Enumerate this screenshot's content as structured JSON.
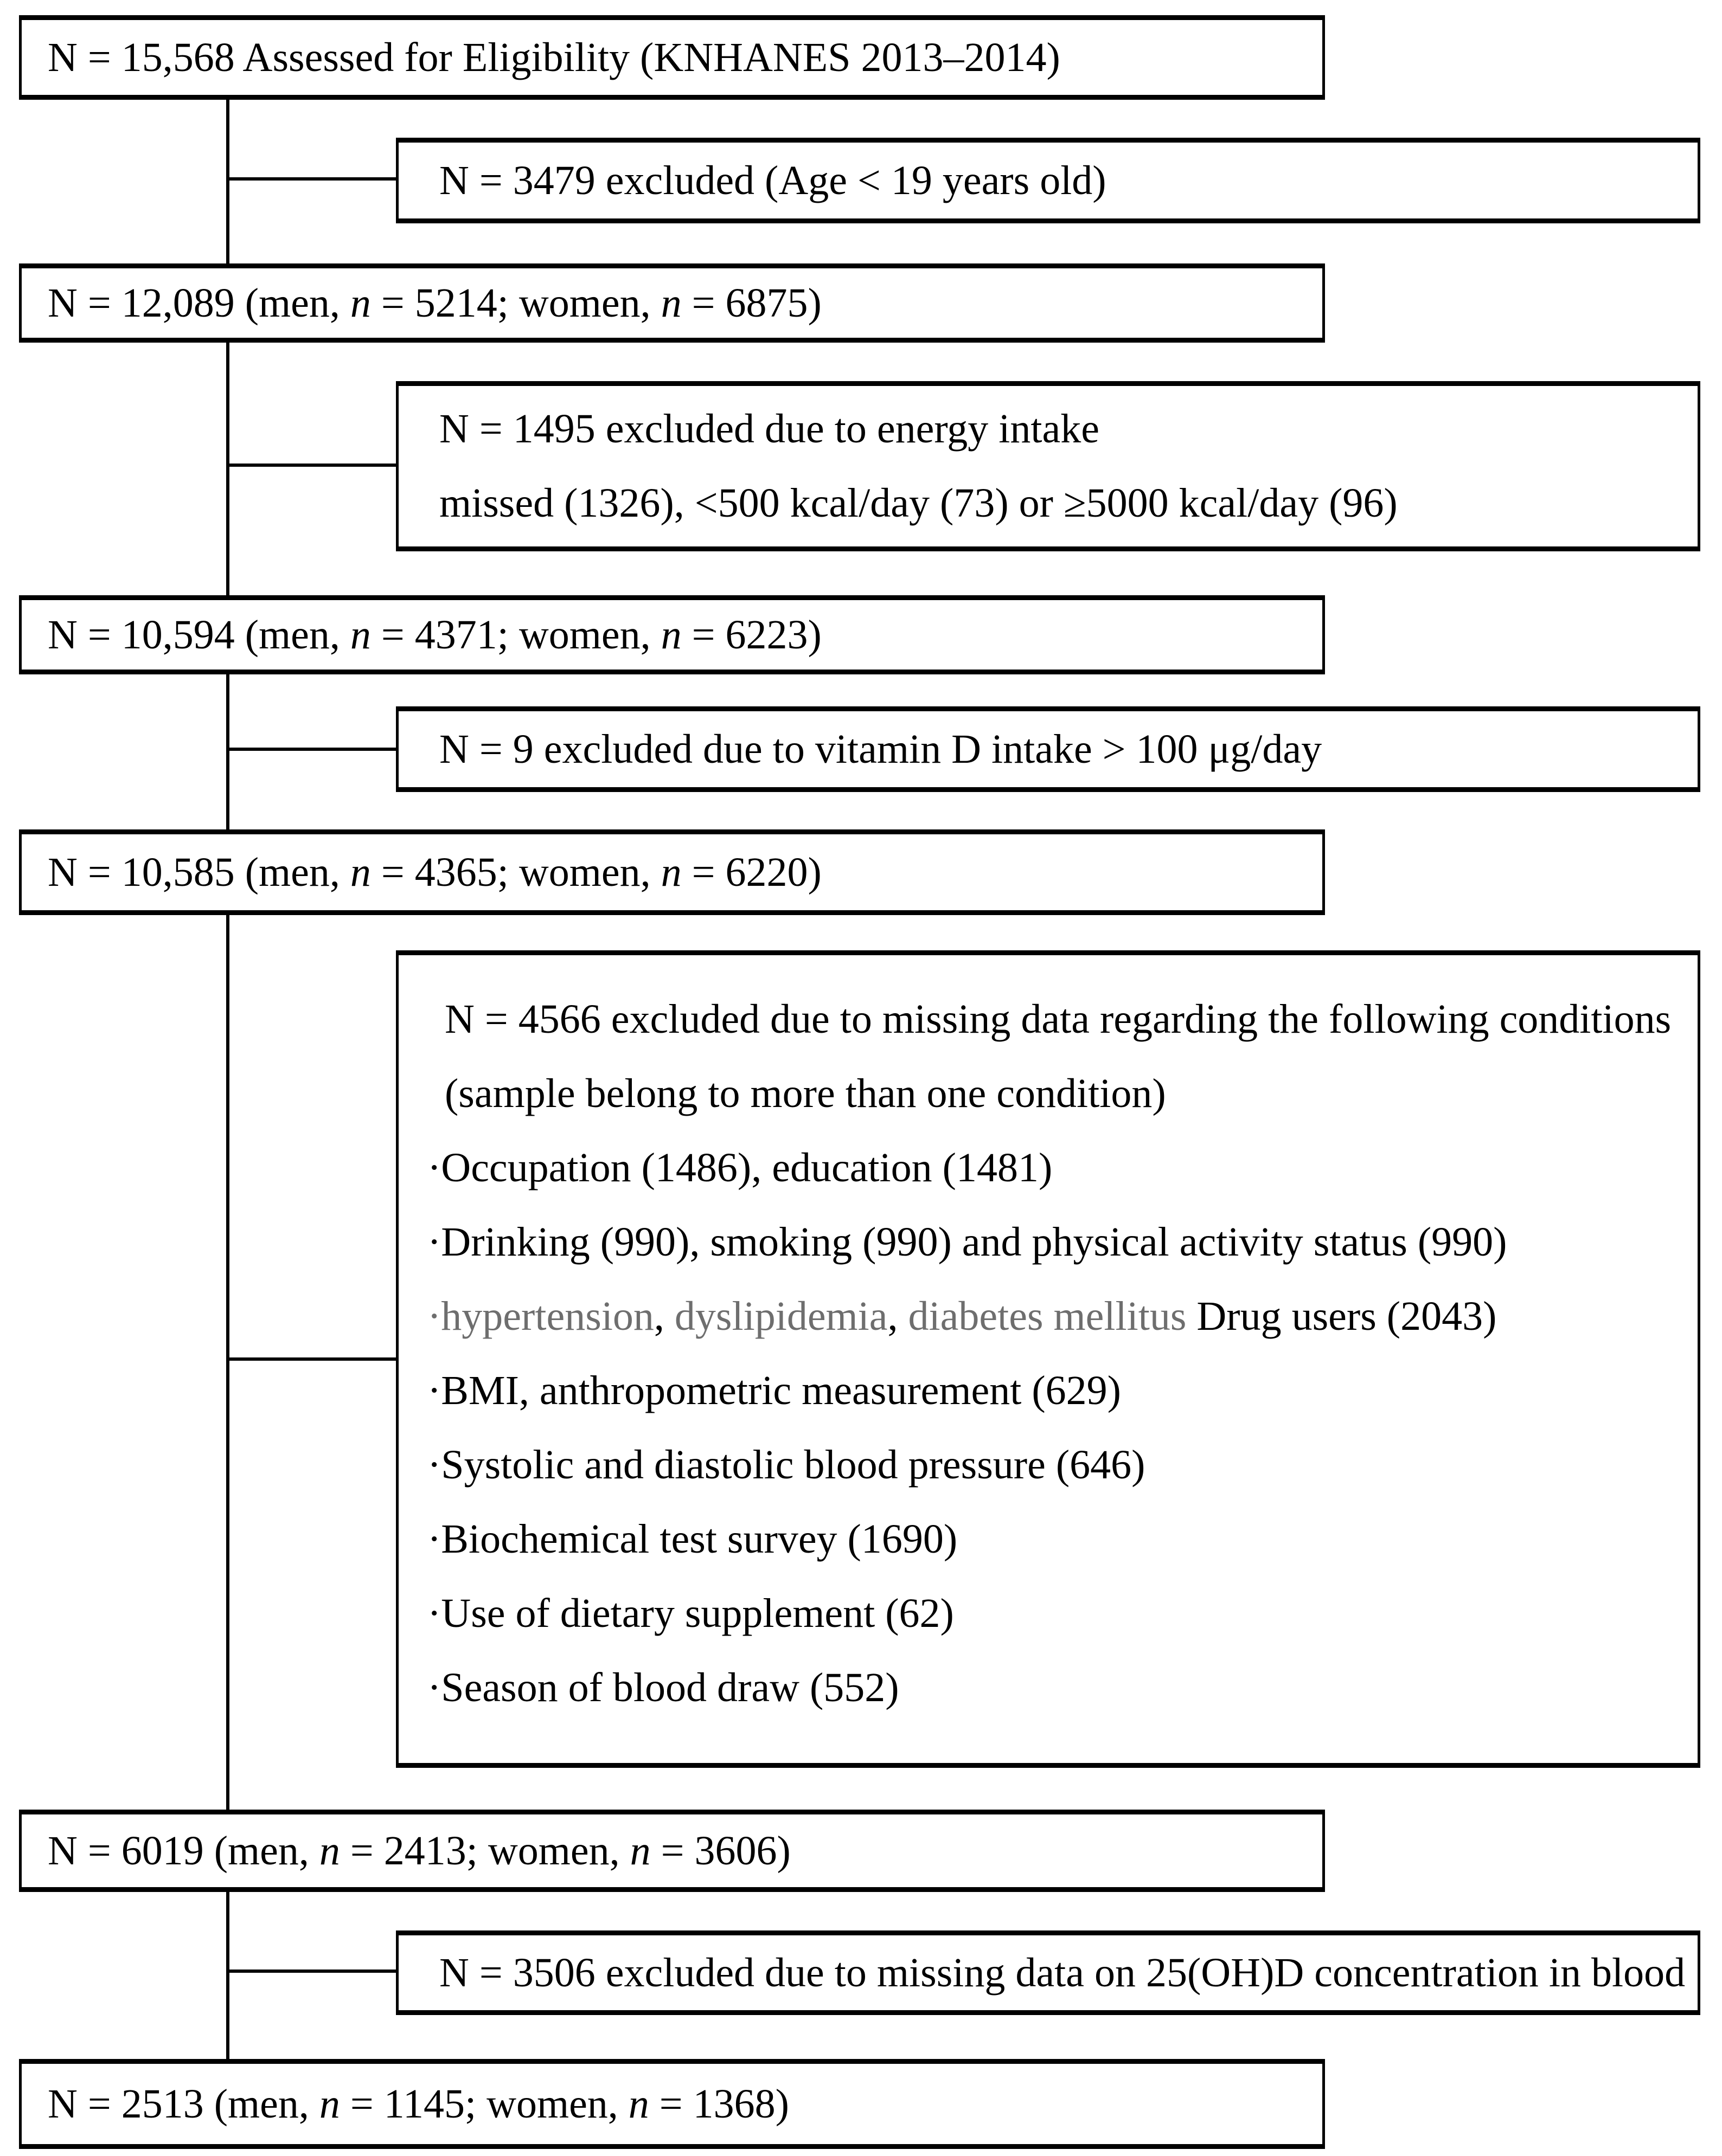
{
  "colors": {
    "text": "#000000",
    "muted_text": "#6e6e6e",
    "line": "#000000",
    "background": "#ffffff"
  },
  "flow": {
    "main": [
      {
        "text": "N = 15,568 Assessed for Eligibility (KNHANES 2013–2014)"
      },
      {
        "parts": [
          "N = 12,089 (men, ",
          "n",
          " = 5214; women, ",
          "n",
          " = 6875)"
        ]
      },
      {
        "parts": [
          "N = 10,594 (men, ",
          "n",
          " = 4371; women, ",
          "n",
          " = 6223)"
        ]
      },
      {
        "parts": [
          "N = 10,585 (men, ",
          "n",
          " = 4365; women, ",
          "n",
          " = 6220)"
        ]
      },
      {
        "parts": [
          "N = 6019 (men, ",
          "n",
          " = 2413; women, ",
          "n",
          " = 3606)"
        ]
      },
      {
        "parts": [
          "N = 2513 (men, ",
          "n",
          " = 1145; women, ",
          "n",
          " = 1368)"
        ]
      }
    ],
    "exclusions": [
      {
        "lines": [
          "N = 3479 excluded (Age < 19 years old)"
        ]
      },
      {
        "lines": [
          "N = 1495 excluded due to energy intake",
          "missed (1326), <500 kcal/day (73) or ≥5000 kcal/day (96)"
        ]
      },
      {
        "lines": [
          "N = 9 excluded due to vitamin D intake > 100 μg/day"
        ]
      },
      {
        "header": [
          "N = 4566 excluded due to missing data regarding the following conditions",
          "(sample belong to more than one condition)"
        ],
        "items": [
          {
            "text": "·Occupation (1486), education (1481)"
          },
          {
            "text": "·Drinking (990), smoking (990) and physical activity status (990)"
          },
          {
            "gray1": "·hypertension",
            "comma1": ",",
            "gray2": " dyslipidemia",
            "comma2": ",",
            "gray3": " diabetes mellitus",
            "black": " Drug users (2043)"
          },
          {
            "text": "·BMI, anthropometric measurement (629)"
          },
          {
            "text": "·Systolic and diastolic blood pressure (646)"
          },
          {
            "text": "·Biochemical test survey (1690)"
          },
          {
            "text": "·Use of dietary supplement (62)"
          },
          {
            "text": "·Season of blood draw (552)"
          }
        ]
      },
      {
        "lines": [
          "N = 3506 excluded due to missing data on 25(OH)D concentration in blood"
        ]
      }
    ]
  }
}
